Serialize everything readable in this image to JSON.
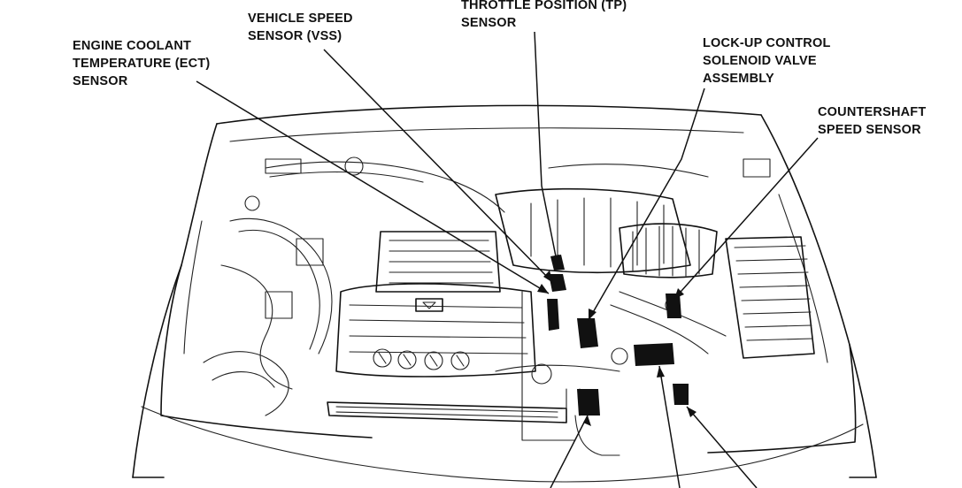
{
  "labels": {
    "ect": "ENGINE COOLANT\nTEMPERATURE (ECT)\nSENSOR",
    "vss": "VEHICLE SPEED\nSENSOR (VSS)",
    "tp": "THROTTLE POSITION (TP)\nSENSOR",
    "lockup": "LOCK-UP CONTROL\nSOLENOID VALVE\nASSEMBLY",
    "countershaft": "COUNTERSHAFT\nSPEED SENSOR"
  },
  "colors": {
    "ink": "#111111",
    "background": "#ffffff"
  }
}
